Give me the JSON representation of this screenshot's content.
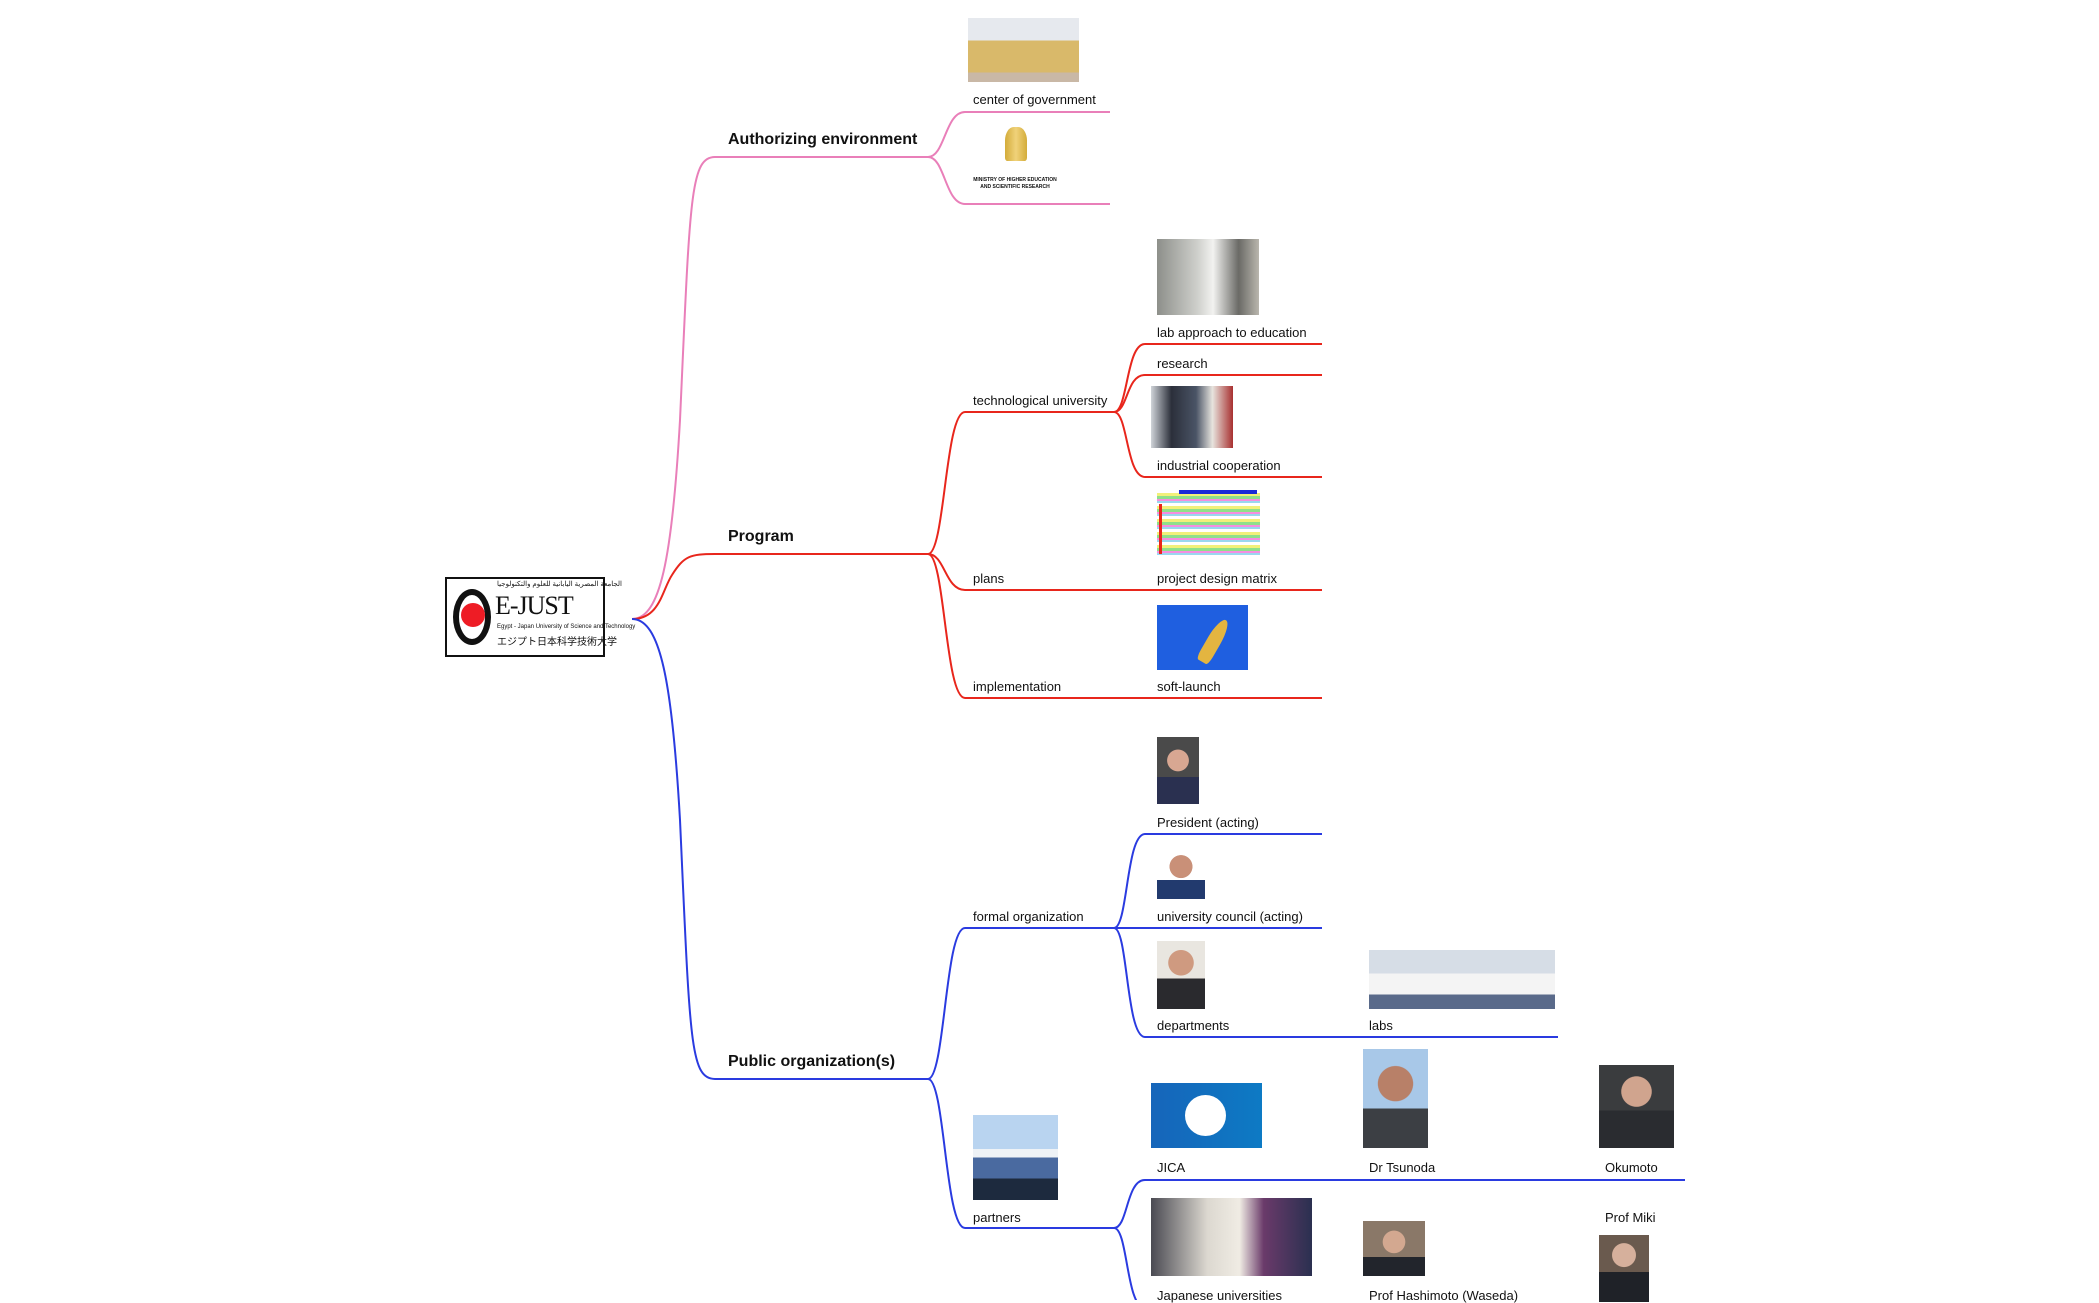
{
  "colors": {
    "authorizing": "#e97fb9",
    "program": "#e8261c",
    "public": "#2a3be0"
  },
  "root": {
    "logo_text": "E-JUST",
    "logo_subtitle": "Egypt - Japan University of Science and Technology",
    "logo_japanese": "エジプト日本科学技術大学",
    "logo_arabic": "الجامعة المصرية اليابانية للعلوم والتكنولوجيا"
  },
  "authorizing": {
    "label": "Authorizing environment",
    "children": [
      {
        "label": "center of government",
        "image": "presidential-palace-photo"
      },
      {
        "label": "",
        "image": "ministry-of-higher-education-logo",
        "logo_text": "MINISTRY OF HIGHER EDUCATION AND SCIENTIFIC RESEARCH"
      }
    ]
  },
  "program": {
    "label": "Program",
    "children": [
      {
        "label": "technological university",
        "children": [
          {
            "label": "lab approach to education",
            "image": "lab-photo"
          },
          {
            "label": "research"
          },
          {
            "label": "industrial cooperation",
            "image": "machine-photo"
          }
        ]
      },
      {
        "label": "plans",
        "children": [
          {
            "label": "project design matrix",
            "image": "matrix-image"
          }
        ]
      },
      {
        "label": "implementation",
        "children": [
          {
            "label": "soft-launch",
            "image": "rocket-image"
          }
        ]
      }
    ]
  },
  "public": {
    "label": "Public organization(s)",
    "children": [
      {
        "label": "formal organization",
        "children": [
          {
            "label": "President (acting)",
            "image": "portrait"
          },
          {
            "label": "university council (acting)",
            "image": "portrait"
          },
          {
            "label": "departments",
            "image": "portrait",
            "children": [
              {
                "label": "labs",
                "image": "group-photo"
              }
            ]
          }
        ]
      },
      {
        "label": "partners",
        "image": "mount-fuji-photo",
        "children": [
          {
            "label": "JICA",
            "image": "jica-logo",
            "children": [
              {
                "label": "Dr Tsunoda",
                "image": "portrait",
                "children": [
                  {
                    "label": "Okumoto",
                    "image": "portrait"
                  }
                ]
              }
            ]
          },
          {
            "label": "Japanese universities",
            "image": "collage",
            "children": [
              {
                "label": "Prof Hashimoto (Waseda)",
                "image": "portrait",
                "children": [
                  {
                    "label": "Prof Miki",
                    "image": "portrait"
                  }
                ]
              }
            ]
          }
        ]
      }
    ]
  }
}
